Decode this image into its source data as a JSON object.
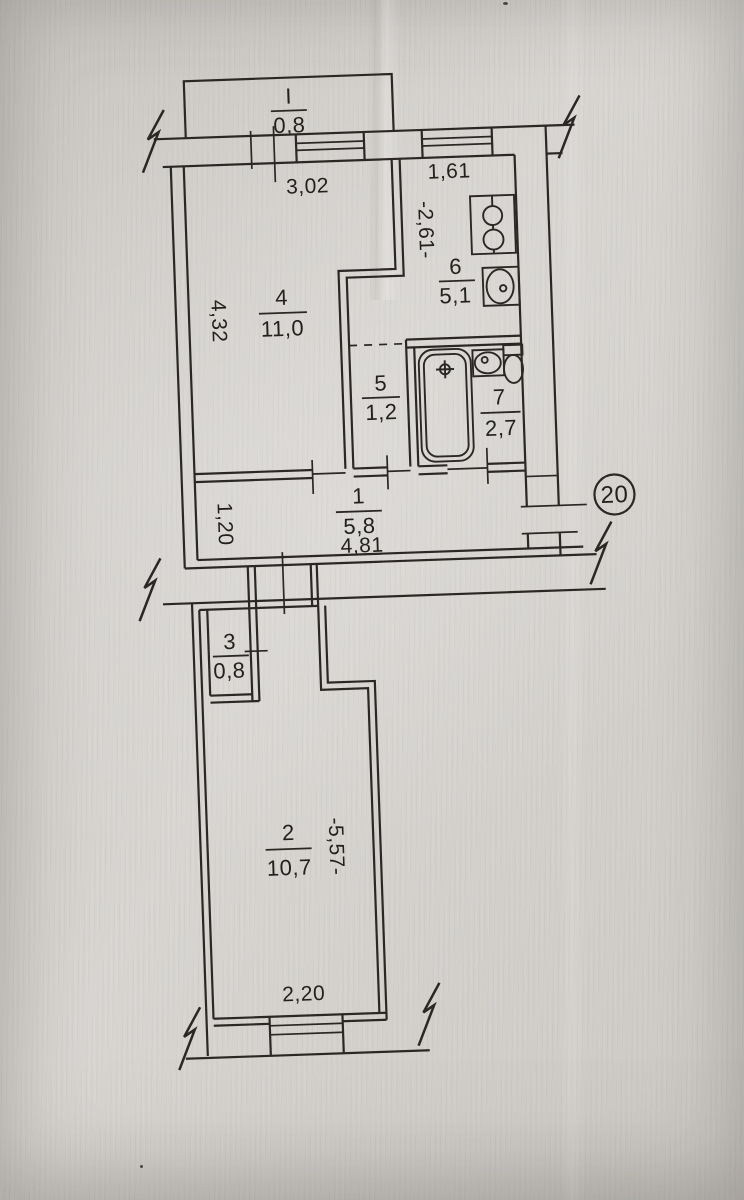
{
  "plan": {
    "apartment_number": "20",
    "balcony": {
      "index": "I",
      "area": "0,8"
    },
    "rooms": {
      "corridor": {
        "number": "1",
        "area": "5,8"
      },
      "room2": {
        "number": "2",
        "area": "10,7"
      },
      "closet3": {
        "number": "3",
        "area": "0,8"
      },
      "room4": {
        "number": "4",
        "area": "11,0"
      },
      "closet5": {
        "number": "5",
        "area": "1,2"
      },
      "kitchen": {
        "number": "6",
        "area": "5,1"
      },
      "bathroom": {
        "number": "7",
        "area": "2,7"
      }
    },
    "dimensions": {
      "room4_width": "3,02",
      "kitchen_width": "1,61",
      "kitchen_depth": "-2,61-",
      "room4_depth": "4,32",
      "corridor_depth": "1,20",
      "corridor_width": "4,81",
      "room2_width": "2,20",
      "room2_depth": "-5,57-"
    },
    "icons": {
      "stove": "stove-icon",
      "kitchen_sink": "sink-icon",
      "bathtub": "bathtub-icon",
      "washbasin": "washbasin-icon",
      "toilet": "toilet-icon"
    },
    "colors": {
      "paper": "#d5d2ce",
      "ink": "#2a2724"
    }
  }
}
